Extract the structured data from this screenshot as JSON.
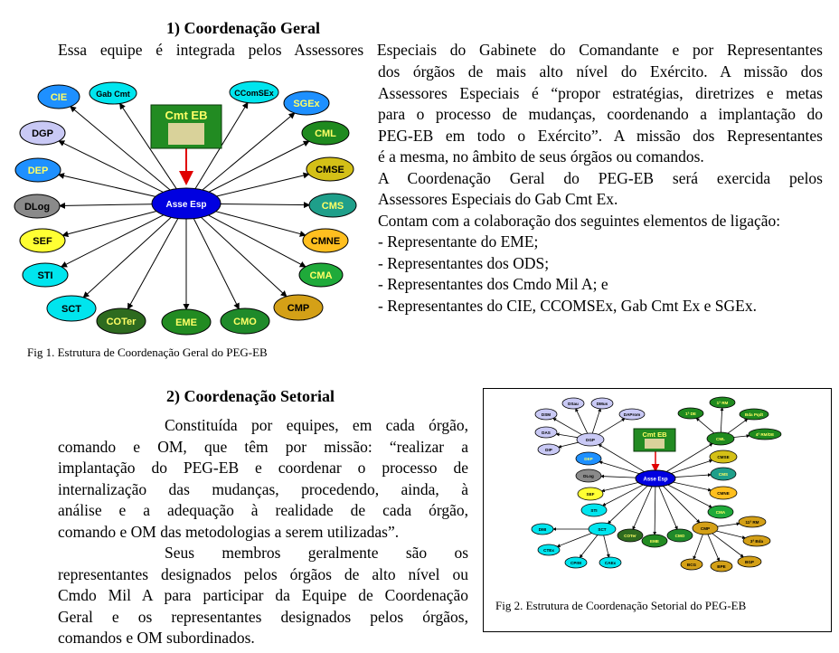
{
  "section1": {
    "heading": "1)  Coordenação Geral",
    "intro": "Essa equipe é integrada pelos Assessores Especiais do Gabinete do Comandante e por Representantes",
    "right_lines": [
      "dos órgãos de mais alto nível do Exército. A missão dos",
      "Assessores Especiais é “propor estratégias, diretrizes e metas",
      "para o processo de mudanças, coordenando a implantação do",
      "PEG-EB em todo o Exército”. A missão dos Representantes",
      "é a mesma, no âmbito de seus órgãos ou comandos.",
      "A Coordenação Geral do PEG-EB será exercida pelos",
      "Assessores Especiais do Gab Cmt Ex."
    ],
    "list_intro": "Contam com a colaboração dos seguintes elementos de ligação:",
    "list": [
      "- Representante do EME;",
      "- Representantes dos ODS;",
      "- Representantes dos Cmdo Mil A; e",
      "- Representantes do CIE, CCOMSEx, Gab Cmt Ex e SGEx."
    ],
    "caption": "Fig 1. Estrutura de Coordenação Geral do PEG-EB"
  },
  "fig1": {
    "top_label": "Cmt EB",
    "center_label": "Asse Esp",
    "nodes": [
      {
        "label": "CIE",
        "color": "#1e90ff"
      },
      {
        "label": "Gab Cmt",
        "color": "#00e5ee"
      },
      {
        "label": "DGP",
        "color": "#c9c9f5"
      },
      {
        "label": "DEP",
        "color": "#1e90ff"
      },
      {
        "label": "DLog",
        "color": "#8a8a8a"
      },
      {
        "label": "SEF",
        "color": "#ffff33"
      },
      {
        "label": "STI",
        "color": "#00e5ee"
      },
      {
        "label": "SCT",
        "color": "#00e5ee"
      },
      {
        "label": "COTer",
        "color": "#2e6b1f"
      },
      {
        "label": "EME",
        "color": "#228b22"
      },
      {
        "label": "CMO",
        "color": "#1f8a2a"
      },
      {
        "label": "CMP",
        "color": "#d4a017"
      },
      {
        "label": "CMA",
        "color": "#1faa3a"
      },
      {
        "label": "CMNE",
        "color": "#ffbf1f"
      },
      {
        "label": "CMS",
        "color": "#1f9f8a"
      },
      {
        "label": "CMSE",
        "color": "#d4c017"
      },
      {
        "label": "CML",
        "color": "#1f8a1f"
      },
      {
        "label": "SGEx",
        "color": "#1e90ff"
      },
      {
        "label": "CComSEx",
        "color": "#00e5ee"
      }
    ]
  },
  "section2": {
    "heading": "2) Coordenação Setorial",
    "lines": [
      "Constituída por equipes, em cada órgão,",
      "comando e OM, que têm por missão: “realizar a",
      "implantação do PEG-EB e coordenar o processo de",
      "internalização das mudanças, procedendo, ainda, à",
      "análise e a adequação à realidade de cada órgão,",
      "comando e OM das metodologias a serem utilizadas”.",
      "Seus membros geralmente são os",
      "representantes designados pelos órgãos de alto nível  ou",
      "Cmdo Mil A para participar da Equipe de Coordenação",
      "Geral e os representantes designados pelos órgãos,",
      "comandos e OM subordinados."
    ],
    "caption": "Fig 2. Estrutura de Coordenação Setorial do PEG-EB"
  },
  "fig2": {
    "top_label": "Cmt EB",
    "center_label": "Asse Esp",
    "nodes": [
      {
        "label": "DSM",
        "color": "#c9c9f5"
      },
      {
        "label": "DSau",
        "color": "#c9c9f5"
      },
      {
        "label": "DMus",
        "color": "#c9c9f5"
      },
      {
        "label": "DAProm",
        "color": "#c9c9f5"
      },
      {
        "label": "DAS",
        "color": "#c9c9f5"
      },
      {
        "label": "DGP",
        "color": "#c9c9f5"
      },
      {
        "label": "DIP",
        "color": "#c9c9f5"
      },
      {
        "label": "DEP",
        "color": "#1e90ff"
      },
      {
        "label": "DLog",
        "color": "#8a8a8a"
      },
      {
        "label": "SEF",
        "color": "#ffff33"
      },
      {
        "label": "STI",
        "color": "#00e5ee"
      },
      {
        "label": "SCT",
        "color": "#00e5ee"
      },
      {
        "label": "DMI",
        "color": "#00e5ee"
      },
      {
        "label": "CTEx",
        "color": "#00e5ee"
      },
      {
        "label": "CPrM",
        "color": "#00e5ee"
      },
      {
        "label": "CAEx",
        "color": "#00e5ee"
      },
      {
        "label": "COTer",
        "color": "#2e6b1f"
      },
      {
        "label": "EME",
        "color": "#228b22"
      },
      {
        "label": "CMO",
        "color": "#1f8a2a"
      },
      {
        "label": "CMP",
        "color": "#d4a017"
      },
      {
        "label": "11ª RM",
        "color": "#d4a017"
      },
      {
        "label": "3ª Bda",
        "color": "#d4a017"
      },
      {
        "label": "BGP",
        "color": "#d4a017"
      },
      {
        "label": "BPE",
        "color": "#d4a017"
      },
      {
        "label": "BCG",
        "color": "#d4a017"
      },
      {
        "label": "CMA",
        "color": "#1faa3a"
      },
      {
        "label": "CMNE",
        "color": "#ffbf1f"
      },
      {
        "label": "CMS",
        "color": "#1f9f8a"
      },
      {
        "label": "CMSE",
        "color": "#d4c017"
      },
      {
        "label": "CML",
        "color": "#1f8a1f"
      },
      {
        "label": "1ª DE",
        "color": "#1f8a1f"
      },
      {
        "label": "1ª RM",
        "color": "#1f8a1f"
      },
      {
        "label": "Bda Pqdt",
        "color": "#1f8a1f"
      },
      {
        "label": "4ª RM/DE",
        "color": "#1f8a1f"
      }
    ]
  }
}
